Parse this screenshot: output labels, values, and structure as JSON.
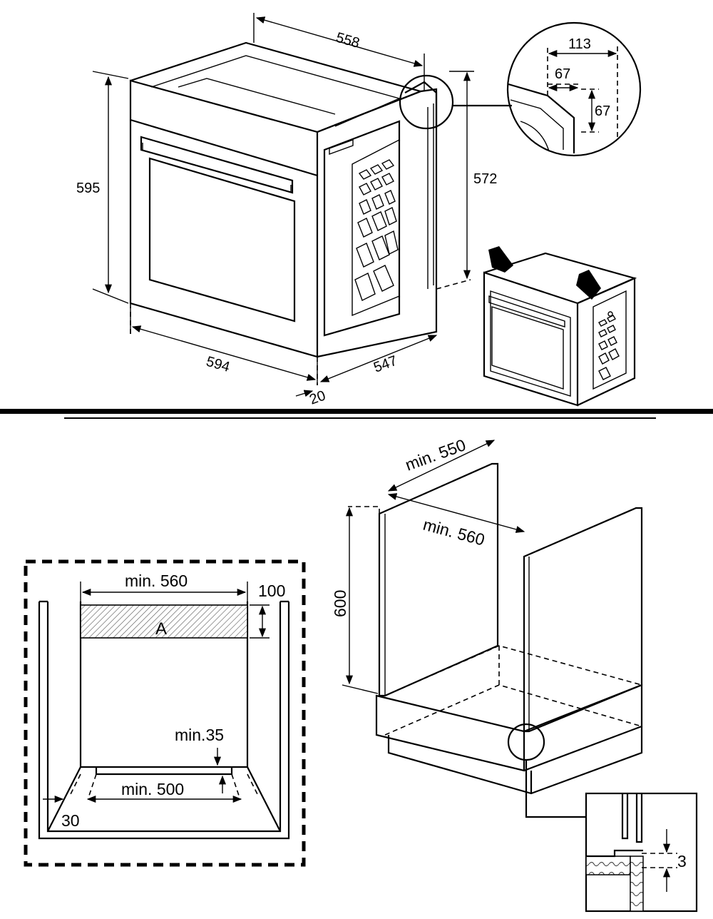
{
  "oven_dimensions": {
    "depth_top": "558",
    "height_front": "595",
    "height_side": "572",
    "width": "594",
    "depth_body": "547",
    "front_overhang": "20"
  },
  "detail_top_corner": {
    "overall": "113",
    "horizontal": "67",
    "vertical": "67"
  },
  "niche_front": {
    "min_width": "min. 560",
    "vent_height": "100",
    "vent_label": "A",
    "min_gap": "min.35",
    "min_base": "min. 500",
    "side_offset": "30"
  },
  "cabinet": {
    "min_depth": "min. 550",
    "min_width": "min. 560",
    "height": "600",
    "gap": "3"
  },
  "colors": {
    "line": "#000000",
    "background": "#ffffff"
  }
}
